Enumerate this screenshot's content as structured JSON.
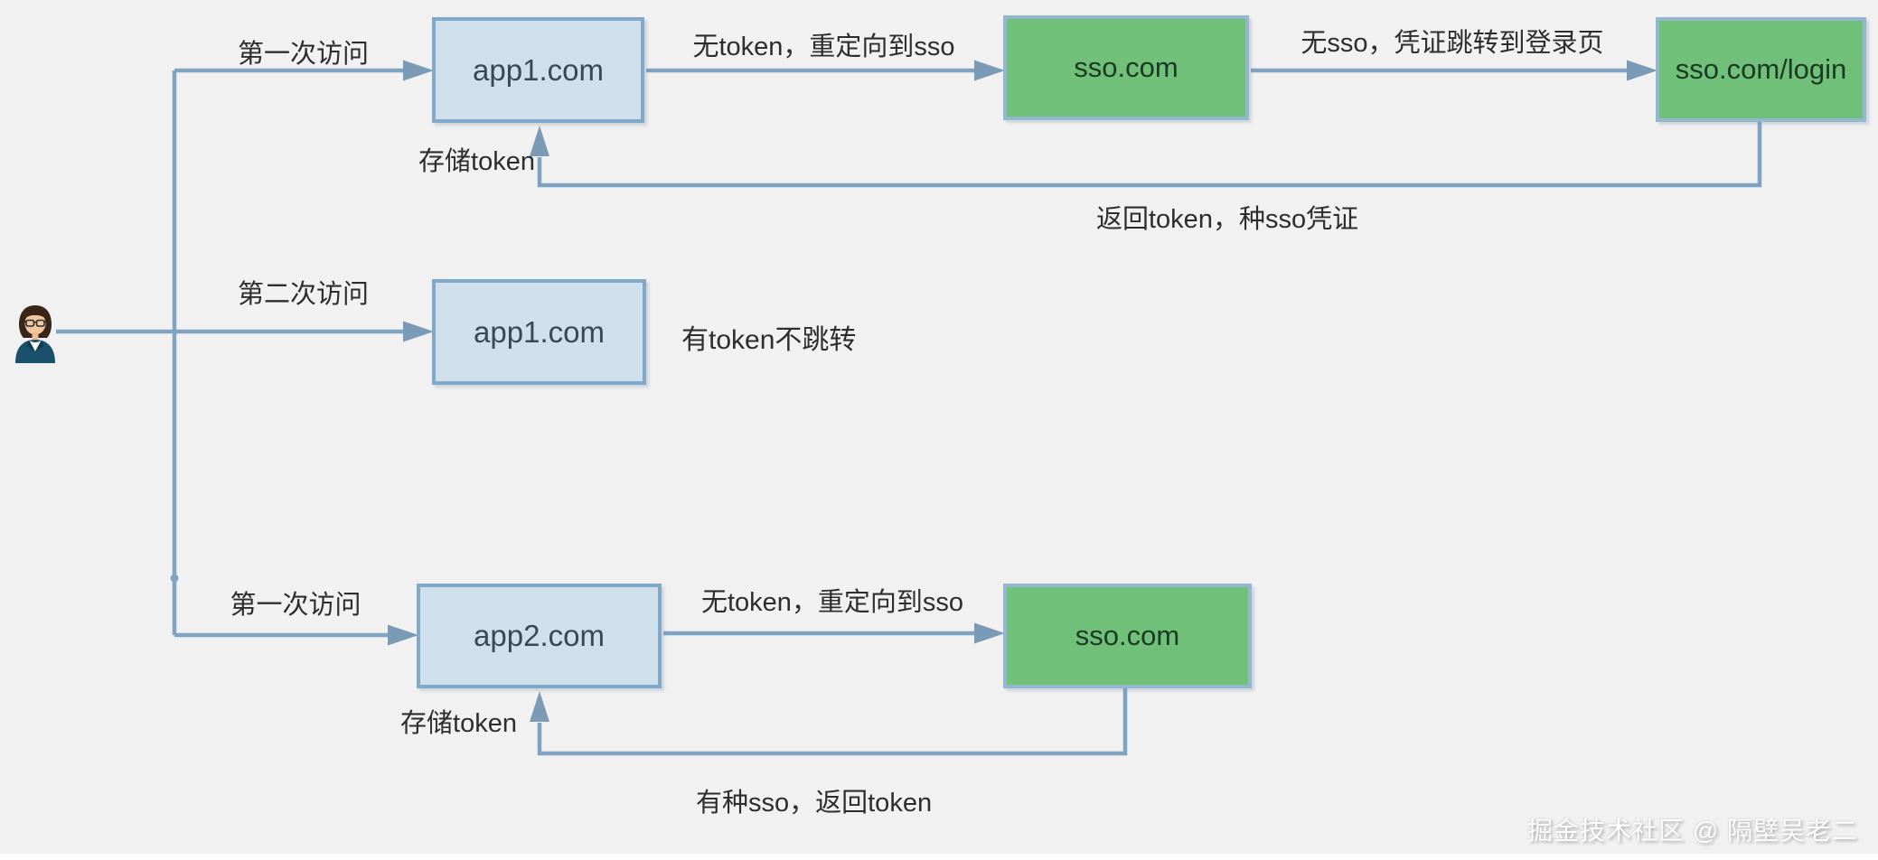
{
  "diagram": {
    "type": "flow-diagram",
    "topic": "SSO login flow",
    "colors": {
      "background": "#f1f1f2",
      "app_box_fill": "#cfdfeb",
      "app_box_border": "#7fa8c9",
      "sso_box_fill": "#70c07a",
      "sso_box_border": "#93b7ce",
      "connector_line": "#7fa3c0",
      "label_text": "#2d2d2d"
    },
    "icons": {
      "actor": "user-avatar-icon"
    },
    "nodes": {
      "app1_first": "app1.com",
      "sso_first": "sso.com",
      "sso_login": "sso.com/login",
      "app1_second": "app1.com",
      "app2": "app2.com",
      "sso_app2": "sso.com"
    },
    "labels": {
      "first_visit_app1": "第一次访问",
      "no_token_redirect_sso_1": "无token，重定向到sso",
      "no_sso_jump_login": "无sso，凭证跳转到登录页",
      "store_token_app1": "存储token",
      "return_token_set_sso": "返回token，种sso凭证",
      "second_visit": "第二次访问",
      "has_token_no_jump": "有token不跳转",
      "first_visit_app2": "第一次访问",
      "no_token_redirect_sso_2": "无token，重定向到sso",
      "store_token_app2": "存储token",
      "has_sso_return_token": "有种sso，返回token"
    },
    "watermark": "掘金技术社区 @ 隔壁吴老二"
  }
}
